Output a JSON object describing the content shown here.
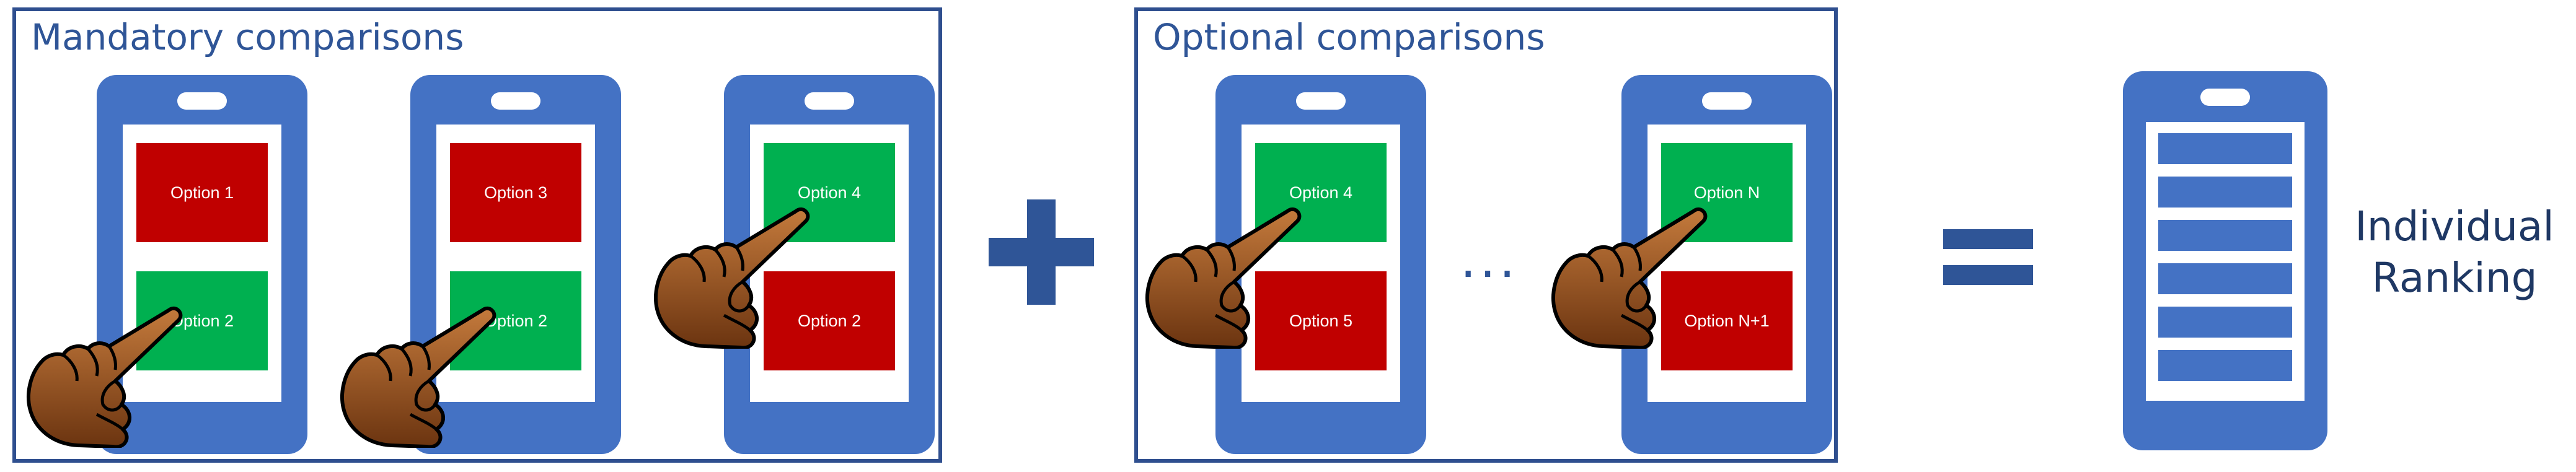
{
  "diagram": {
    "mandatory_group": {
      "title": "Mandatory comparisons",
      "phones": [
        {
          "top": {
            "label": "Option 1",
            "color": "#c00000"
          },
          "bottom": {
            "label": "Option 2",
            "color": "#00b050"
          }
        },
        {
          "top": {
            "label": "Option 3",
            "color": "#c00000"
          },
          "bottom": {
            "label": "Option 2",
            "color": "#00b050"
          }
        },
        {
          "top": {
            "label": "Option 4",
            "color": "#00b050"
          },
          "bottom": {
            "label": "Option 2",
            "color": "#c00000"
          }
        }
      ]
    },
    "plus_operator": "+",
    "optional_group": {
      "title": "Optional comparisons",
      "phones": [
        {
          "top": {
            "label": "Option 4",
            "color": "#00b050"
          },
          "bottom": {
            "label": "Option 5",
            "color": "#c00000"
          }
        },
        {
          "top": {
            "label": "Option N",
            "color": "#00b050"
          },
          "bottom": {
            "label": "Option N+1",
            "color": "#c00000"
          }
        }
      ],
      "ellipsis": "..."
    },
    "equals_operator": "=",
    "result": {
      "label_line1": "Individual",
      "label_line2": "Ranking",
      "ranking_bars": 6
    },
    "colors": {
      "phone": "#4472c4",
      "border": "#2f4f8f",
      "title_text": "#2f5597",
      "selected": "#00b050",
      "unselected": "#c00000",
      "hand_skin": "#8b4513"
    }
  }
}
